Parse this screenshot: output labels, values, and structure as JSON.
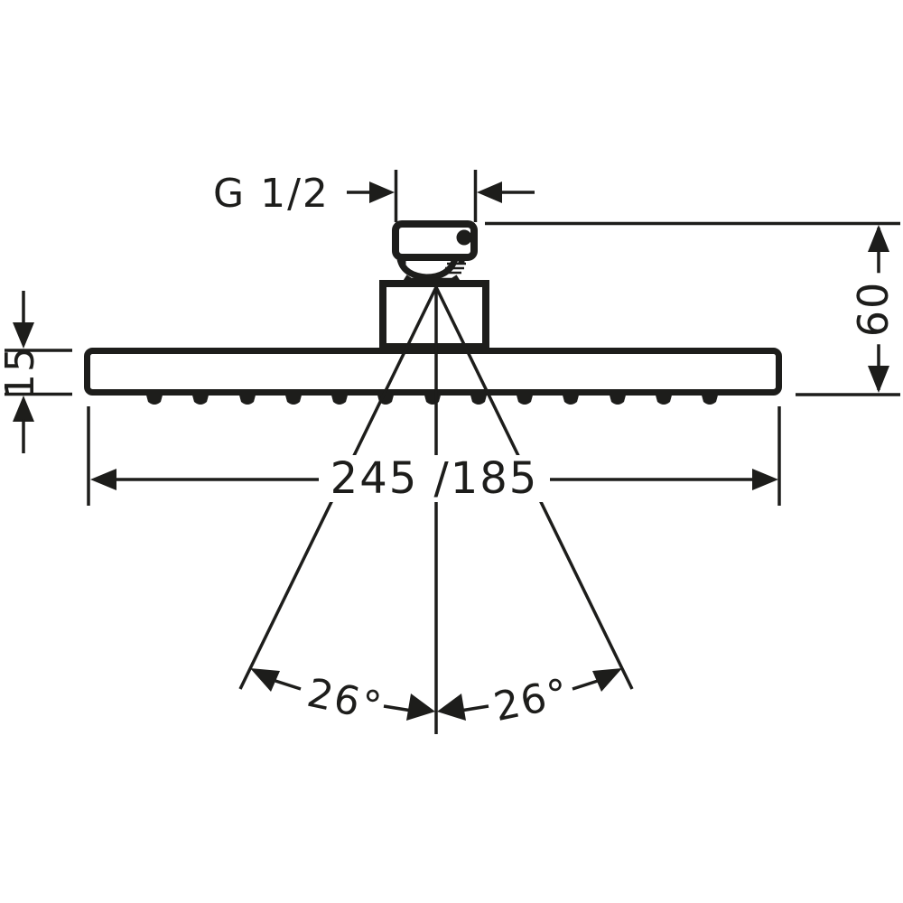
{
  "drawing": {
    "ink_color": "#1d1d1b",
    "background_color": "#ffffff",
    "labels": {
      "thread": "G 1/2",
      "height": "60",
      "thickness": "15",
      "width": "245 /185",
      "angle_left": "26°",
      "angle_right": "26°"
    }
  }
}
